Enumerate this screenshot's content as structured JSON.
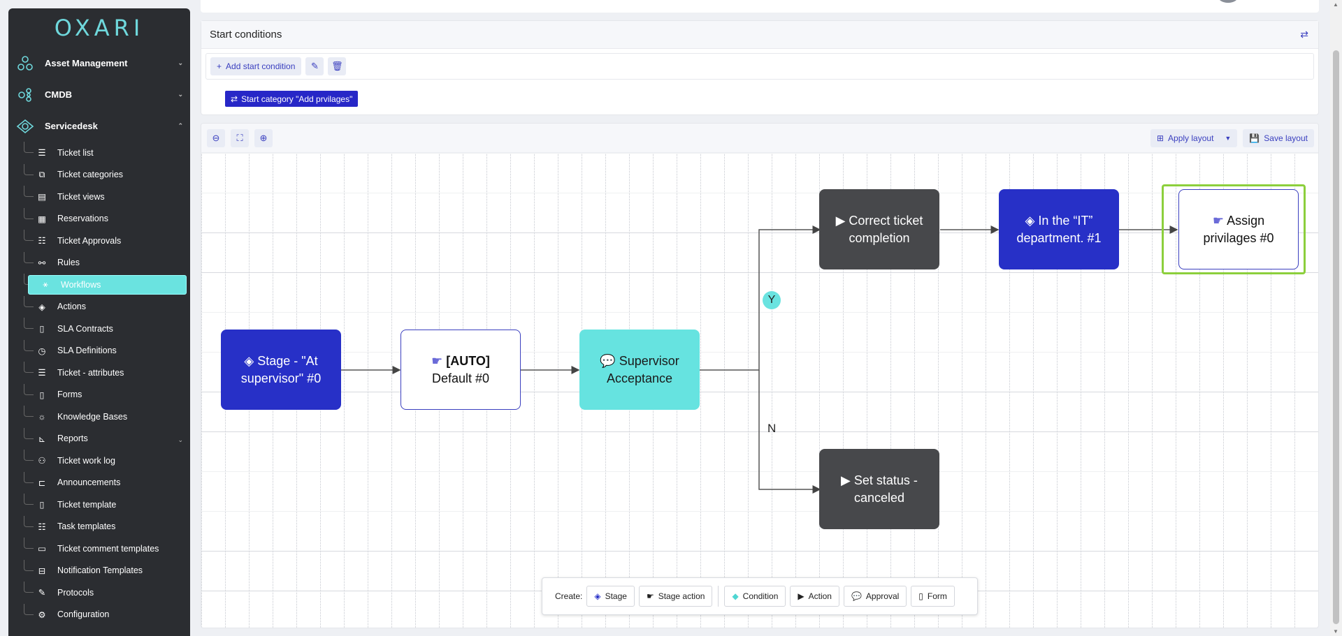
{
  "app": {
    "logo": "OXARI"
  },
  "sidebar": {
    "sections": [
      {
        "label": "Asset Management",
        "icon": "asset-management-icon"
      },
      {
        "label": "CMDB",
        "icon": "cmdb-icon"
      },
      {
        "label": "Servicedesk",
        "icon": "servicedesk-icon"
      }
    ],
    "items": [
      {
        "label": "Ticket list",
        "icon": "list-icon"
      },
      {
        "label": "Ticket categories",
        "icon": "categories-icon"
      },
      {
        "label": "Ticket views",
        "icon": "table-icon"
      },
      {
        "label": "Reservations",
        "icon": "calendar-icon"
      },
      {
        "label": "Ticket Approvals",
        "icon": "checklist-icon"
      },
      {
        "label": "Rules",
        "icon": "rules-icon"
      },
      {
        "label": "Workflows",
        "icon": "workflow-icon",
        "active": true
      },
      {
        "label": "Actions",
        "icon": "actions-icon"
      },
      {
        "label": "SLA Contracts",
        "icon": "document-icon"
      },
      {
        "label": "SLA Definitions",
        "icon": "stopwatch-icon"
      },
      {
        "label": "Ticket - attributes",
        "icon": "list-icon"
      },
      {
        "label": "Forms",
        "icon": "document-icon"
      },
      {
        "label": "Knowledge Bases",
        "icon": "bulb-icon"
      },
      {
        "label": "Reports",
        "icon": "chart-icon"
      },
      {
        "label": "Ticket work log",
        "icon": "worklog-icon"
      },
      {
        "label": "Announcements",
        "icon": "announcement-icon"
      },
      {
        "label": "Ticket template",
        "icon": "document-icon"
      },
      {
        "label": "Task templates",
        "icon": "checklist-icon"
      },
      {
        "label": "Ticket comment templates",
        "icon": "comment-template-icon"
      },
      {
        "label": "Notification Templates",
        "icon": "notification-icon"
      },
      {
        "label": "Protocols",
        "icon": "protocol-icon"
      },
      {
        "label": "Configuration",
        "icon": "config-icon"
      }
    ]
  },
  "start_conditions": {
    "title": "Start conditions",
    "add_label": "Add start condition",
    "tag_label": "Start category \"Add prvilages\""
  },
  "canvas": {
    "apply_layout": "Apply layout",
    "save_layout": "Save layout",
    "nodes": {
      "stage_supervisor": "Stage - \"At supervisor\" #0",
      "auto_bold": "[AUTO]",
      "auto_rest": "Default #0",
      "supervisor": "Supervisor Acceptance",
      "correct": "Correct ticket completion",
      "it_dept": "In the “IT” department. #1",
      "assign": "Assign privilages #0",
      "canceled": "Set status - canceled"
    },
    "branch_yes": "Y",
    "branch_no": "N",
    "create": {
      "label": "Create:",
      "stage": "Stage",
      "stage_action": "Stage action",
      "condition": "Condition",
      "action": "Action",
      "approval": "Approval",
      "form": "Form"
    }
  },
  "colors": {
    "accent": "#2730c7",
    "cyan": "#66e3e0",
    "dark_node": "#47484b",
    "selected": "#8ccf3c"
  }
}
